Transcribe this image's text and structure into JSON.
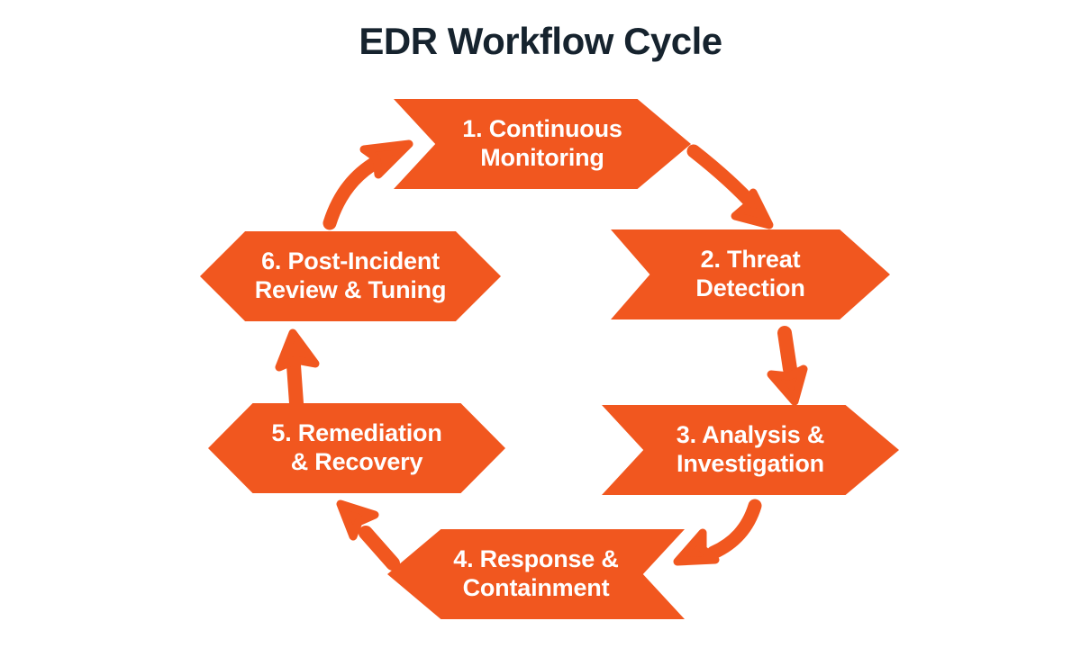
{
  "diagram": {
    "title": "EDR Workflow Cycle",
    "type": "cycle",
    "accent_color": "#F1571F",
    "title_color": "#16232E",
    "background_color": "#FFFFFF",
    "label_color": "#FFFFFF",
    "step_count": 6,
    "steps": [
      {
        "id": "step-1",
        "number": "1.",
        "title": "Continuous Monitoring",
        "label": "1. Continuous\nMonitoring",
        "shape": "chevron-right"
      },
      {
        "id": "step-2",
        "number": "2.",
        "title": "Threat Detection",
        "label": "2. Threat\nDetection",
        "shape": "chevron-right"
      },
      {
        "id": "step-3",
        "number": "3.",
        "title": "Analysis & Investigation",
        "label": "3. Analysis &\nInvestigation",
        "shape": "chevron-right"
      },
      {
        "id": "step-4",
        "number": "4.",
        "title": "Response & Containment",
        "label": "4. Response &\nContainment",
        "shape": "chevron-left"
      },
      {
        "id": "step-5",
        "number": "5.",
        "title": "Remediation & Recovery",
        "label": "5. Remediation\n& Recovery",
        "shape": "hexagon"
      },
      {
        "id": "step-6",
        "number": "6.",
        "title": "Post-Incident Review & Tuning",
        "label": "6. Post-Incident\nReview & Tuning",
        "shape": "hexagon"
      }
    ],
    "connectors": [
      {
        "id": "arrow-1-to-2",
        "from": "step-1",
        "to": "step-2",
        "direction": "down-right",
        "style": "curved"
      },
      {
        "id": "arrow-2-to-3",
        "from": "step-2",
        "to": "step-3",
        "direction": "down",
        "style": "straight"
      },
      {
        "id": "arrow-3-to-4",
        "from": "step-3",
        "to": "step-4",
        "direction": "down-left",
        "style": "curved"
      },
      {
        "id": "arrow-4-to-5",
        "from": "step-4",
        "to": "step-5",
        "direction": "up-left",
        "style": "straight"
      },
      {
        "id": "arrow-5-to-6",
        "from": "step-5",
        "to": "step-6",
        "direction": "up",
        "style": "straight"
      },
      {
        "id": "arrow-6-to-1",
        "from": "step-6",
        "to": "step-1",
        "direction": "up-right",
        "style": "curved"
      }
    ]
  }
}
